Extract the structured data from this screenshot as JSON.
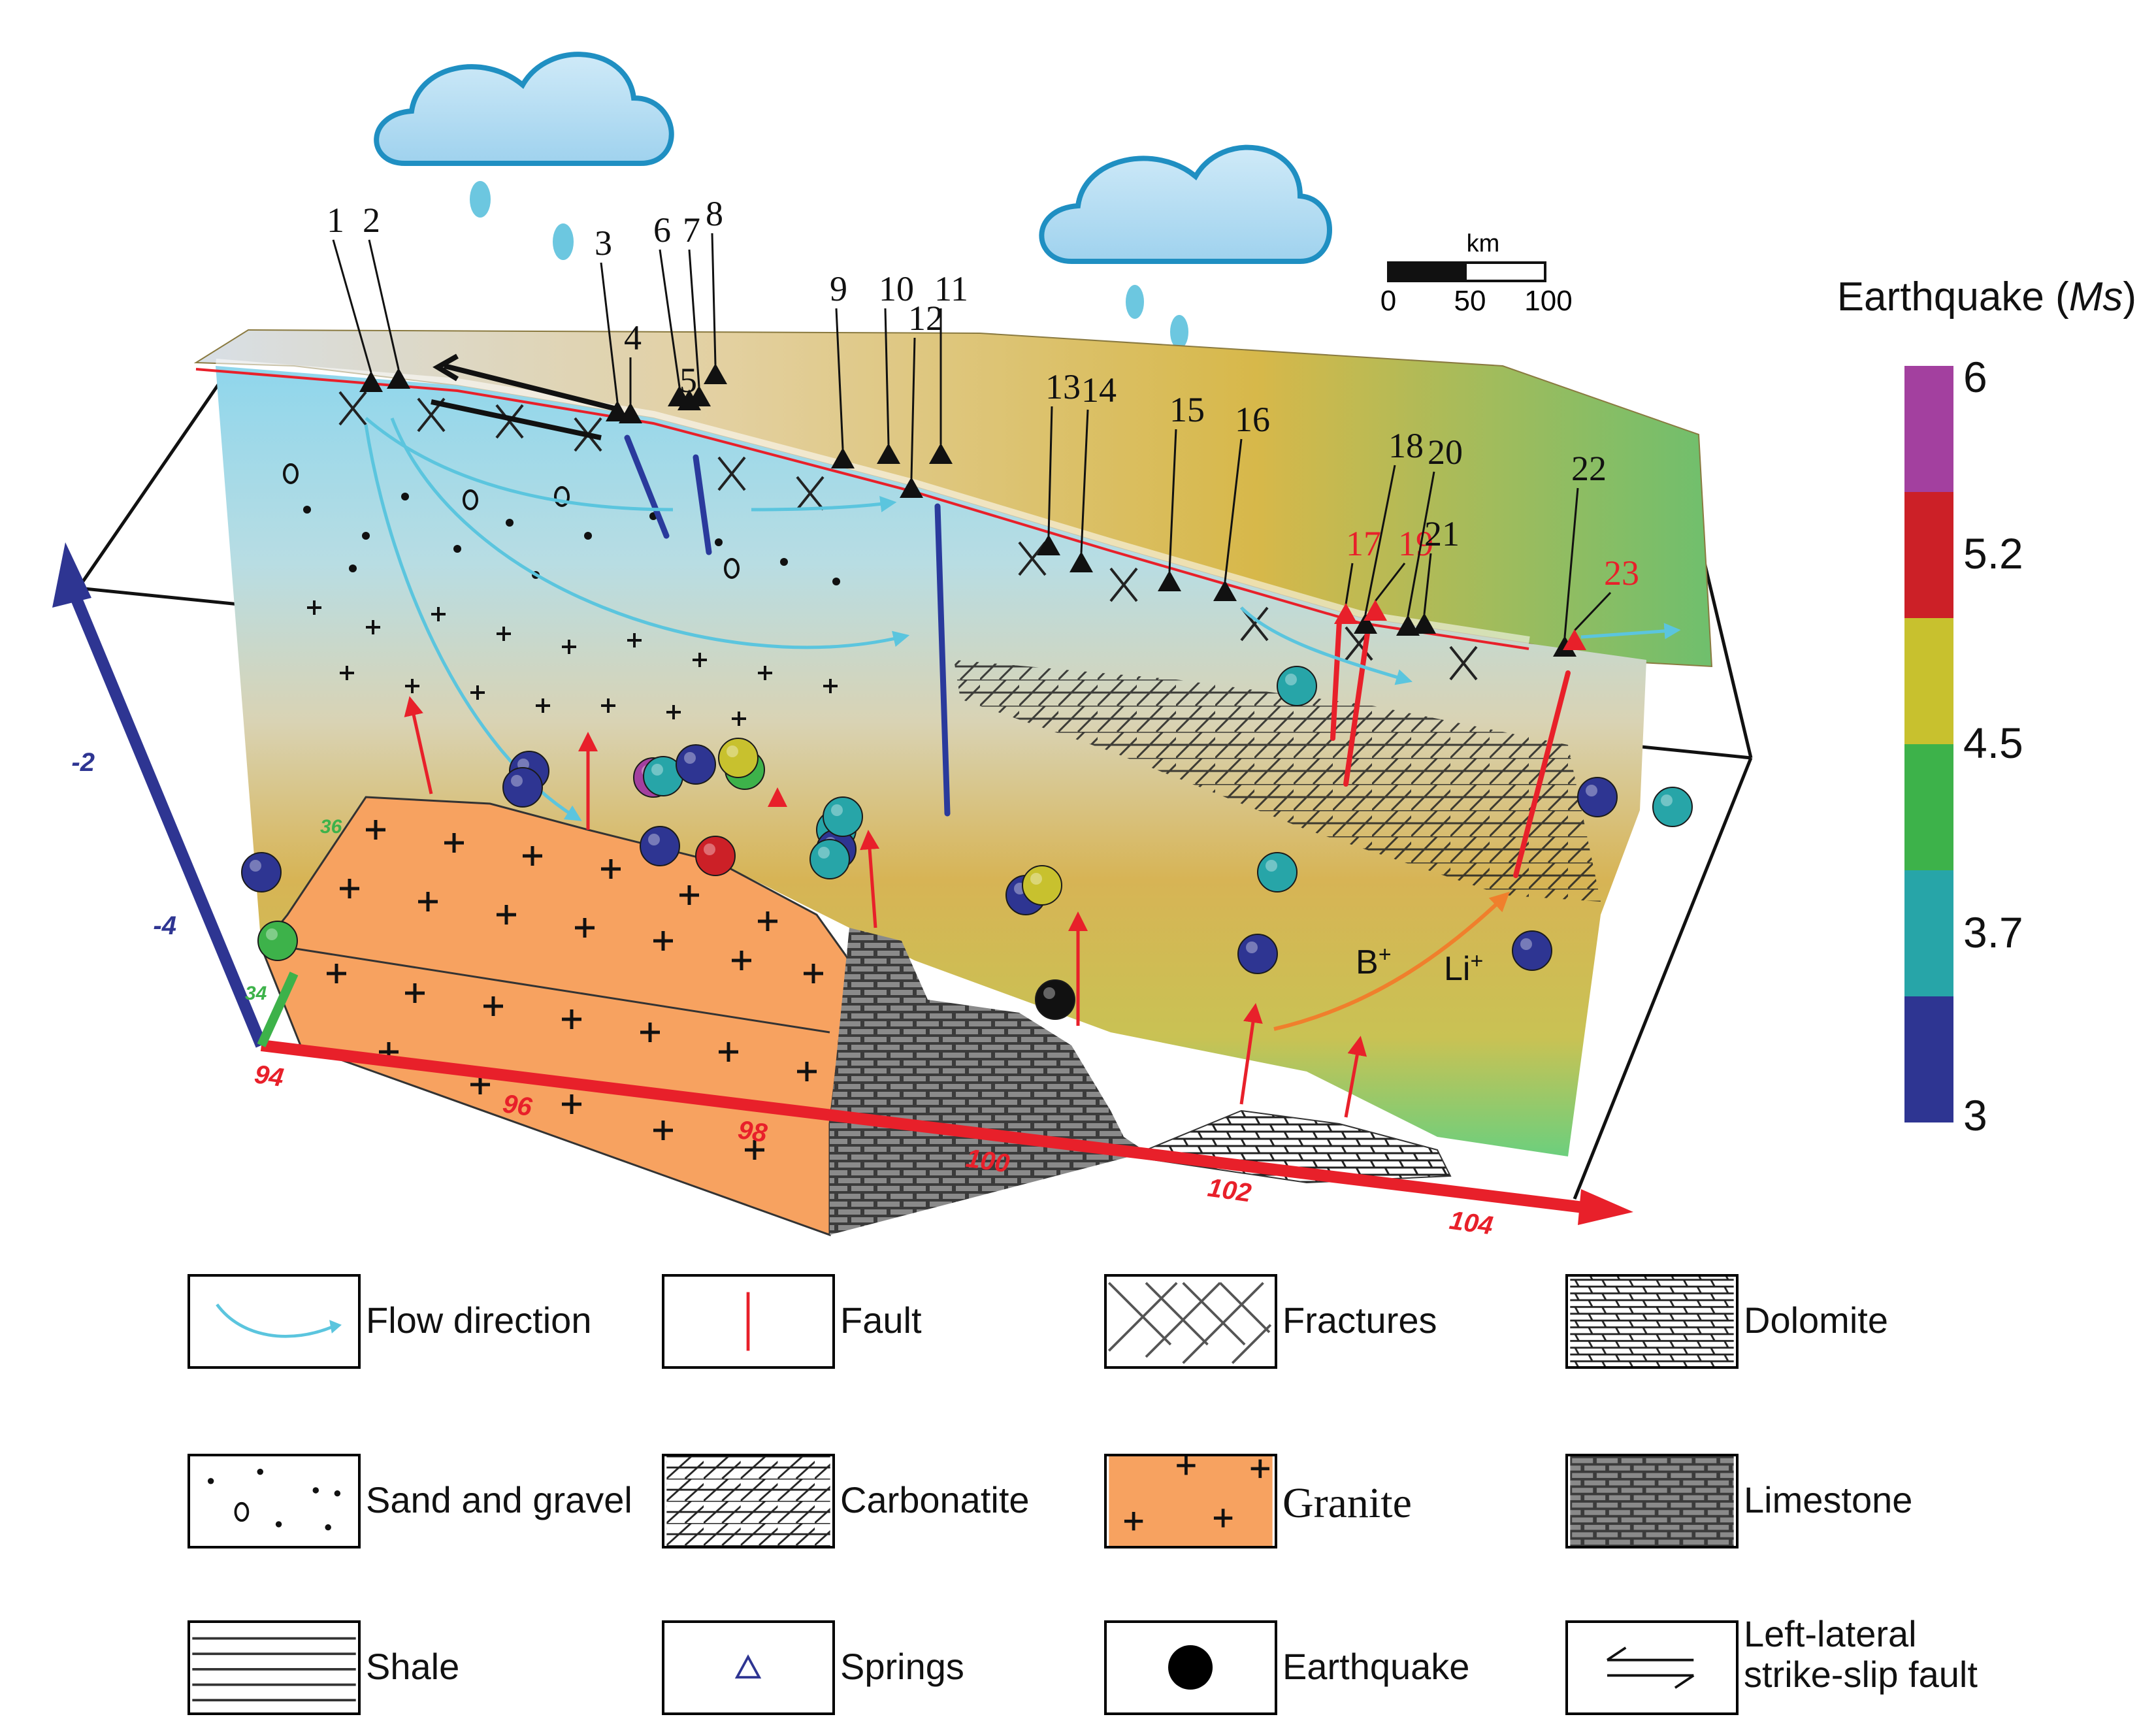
{
  "cross_section": {
    "springs": [
      {
        "id": "1",
        "color": "black"
      },
      {
        "id": "2",
        "color": "black"
      },
      {
        "id": "3",
        "color": "black"
      },
      {
        "id": "4",
        "color": "black"
      },
      {
        "id": "5",
        "color": "black"
      },
      {
        "id": "6",
        "color": "black"
      },
      {
        "id": "7",
        "color": "black"
      },
      {
        "id": "8",
        "color": "black"
      },
      {
        "id": "9",
        "color": "black"
      },
      {
        "id": "10",
        "color": "black"
      },
      {
        "id": "11",
        "color": "black"
      },
      {
        "id": "12",
        "color": "black"
      },
      {
        "id": "13",
        "color": "black"
      },
      {
        "id": "14",
        "color": "black"
      },
      {
        "id": "15",
        "color": "black"
      },
      {
        "id": "16",
        "color": "black"
      },
      {
        "id": "17",
        "color": "red"
      },
      {
        "id": "18",
        "color": "black"
      },
      {
        "id": "19",
        "color": "red"
      },
      {
        "id": "20",
        "color": "black"
      },
      {
        "id": "21",
        "color": "black"
      },
      {
        "id": "22",
        "color": "black"
      },
      {
        "id": "23",
        "color": "red"
      }
    ],
    "x_ticks": [
      "94",
      "96",
      "98",
      "100",
      "102",
      "104"
    ],
    "depth_ticks": [
      "-2",
      "-4"
    ],
    "lat_ticks": [
      "36",
      "34"
    ],
    "ions": {
      "boron": "B",
      "lithium": "Li",
      "plus": "+"
    }
  },
  "scale_bar": {
    "unit": "km",
    "ticks": [
      "0",
      "50",
      "100"
    ]
  },
  "colorbar": {
    "title_prefix": "Earthquake (",
    "title_var": "Ms",
    "title_suffix": ")",
    "ticks": [
      "6",
      "5.2",
      "4.5",
      "3.7",
      "3"
    ],
    "colors": [
      "#a3409f",
      "#cc2027",
      "#c8c12e",
      "#3db24a",
      "#27a5a8",
      "#2e3592"
    ]
  },
  "legend": [
    {
      "key": "flow",
      "label": "Flow direction"
    },
    {
      "key": "fault",
      "label": "Fault"
    },
    {
      "key": "fractures",
      "label": "Fractures"
    },
    {
      "key": "dolomite",
      "label": "Dolomite"
    },
    {
      "key": "sand",
      "label": "Sand and gravel"
    },
    {
      "key": "carbonatite",
      "label": "Carbonatite"
    },
    {
      "key": "granite",
      "label": "Granite"
    },
    {
      "key": "limestone",
      "label": "Limestone"
    },
    {
      "key": "shale",
      "label": "Shale"
    },
    {
      "key": "springs",
      "label": "Springs"
    },
    {
      "key": "earthquake",
      "label": "Earthquake"
    },
    {
      "key": "strike_slip",
      "label": "Left-lateral strike-slip fault"
    }
  ]
}
